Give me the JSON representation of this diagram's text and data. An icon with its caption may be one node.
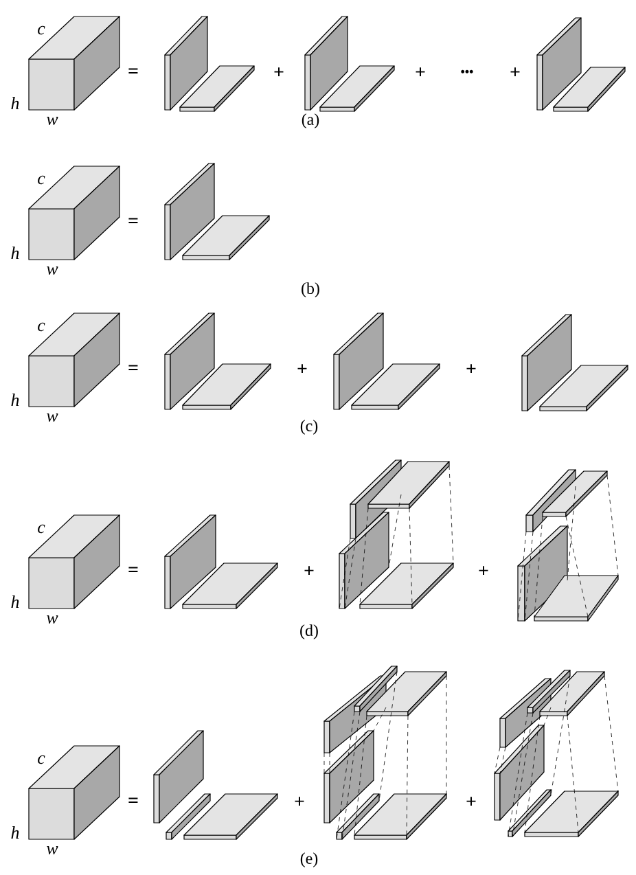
{
  "diagram": {
    "labels": [
      "c",
      "h",
      "w",
      "=",
      "+",
      "+",
      "•••",
      "+",
      "(a)",
      "c",
      "h",
      "w",
      "=",
      "(b)",
      "c",
      "h",
      "w",
      "=",
      "+",
      "+",
      "(c)",
      "c",
      "h",
      "w",
      "=",
      "+",
      "+",
      "(d)",
      "c",
      "h",
      "w",
      "=",
      "+",
      "+",
      "(e)"
    ]
  }
}
